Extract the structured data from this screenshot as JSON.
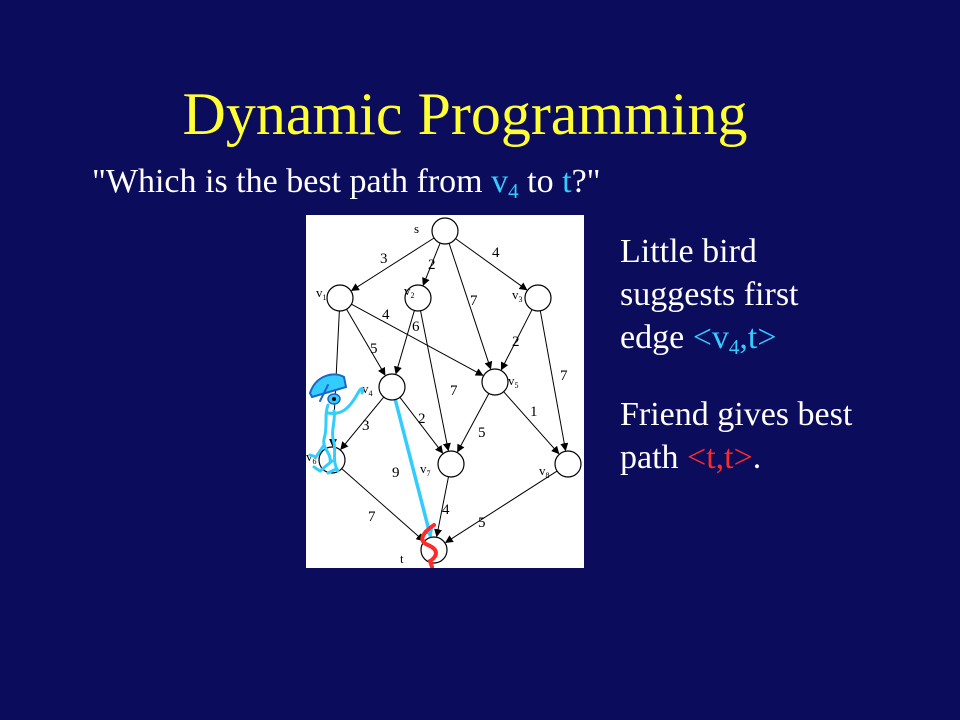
{
  "slide": {
    "title": "Dynamic Programming",
    "question": {
      "prefix": "\"Which is the best path from ",
      "node": "v",
      "node_sub": "4",
      "middle": " to ",
      "target": "t",
      "suffix": "?\""
    },
    "bird_hint": {
      "line1": "Little bird",
      "line2": "suggests first",
      "line3_prefix": "edge ",
      "edge_open": "<v",
      "edge_sub": "4",
      "edge_close": ",t>"
    },
    "friend_hint": {
      "line1": "Friend gives best",
      "line2_prefix": "path ",
      "path": "<t,t>",
      "period": "."
    },
    "colors": {
      "background": "#0c0c5c",
      "title": "#ffff33",
      "highlight_cyan": "#33ccff",
      "highlight_red": "#ff2a2a"
    }
  },
  "graph": {
    "nodes": [
      {
        "id": "s",
        "label": "s",
        "sub": ""
      },
      {
        "id": "v1",
        "label": "v",
        "sub": "1"
      },
      {
        "id": "v2",
        "label": "v",
        "sub": "2"
      },
      {
        "id": "v3",
        "label": "v",
        "sub": "3"
      },
      {
        "id": "v4",
        "label": "v",
        "sub": "4"
      },
      {
        "id": "v5",
        "label": "v",
        "sub": "5"
      },
      {
        "id": "v6",
        "label": "v",
        "sub": "6"
      },
      {
        "id": "v7",
        "label": "v",
        "sub": "7"
      },
      {
        "id": "v8",
        "label": "v",
        "sub": "8"
      },
      {
        "id": "t",
        "label": "t",
        "sub": ""
      }
    ],
    "edges": [
      {
        "from": "s",
        "to": "v1",
        "weight": "3"
      },
      {
        "from": "s",
        "to": "v2",
        "weight": "2"
      },
      {
        "from": "s",
        "to": "v3",
        "weight": "4"
      },
      {
        "from": "s",
        "to": "v5",
        "weight": "7"
      },
      {
        "from": "v1",
        "to": "v4",
        "weight": "5"
      },
      {
        "from": "v1",
        "to": "v5",
        "weight": "4"
      },
      {
        "from": "v1",
        "to": "v6",
        "weight": ""
      },
      {
        "from": "v2",
        "to": "v4",
        "weight": "6"
      },
      {
        "from": "v2",
        "to": "v7",
        "weight": "7"
      },
      {
        "from": "v3",
        "to": "v5",
        "weight": "2"
      },
      {
        "from": "v3",
        "to": "v8",
        "weight": "7"
      },
      {
        "from": "v4",
        "to": "v6",
        "weight": "3"
      },
      {
        "from": "v4",
        "to": "v7",
        "weight": "2"
      },
      {
        "from": "v4",
        "to": "t",
        "weight": "9"
      },
      {
        "from": "v5",
        "to": "v7",
        "weight": "5"
      },
      {
        "from": "v5",
        "to": "v8",
        "weight": "1"
      },
      {
        "from": "v6",
        "to": "t",
        "weight": "7"
      },
      {
        "from": "v7",
        "to": "t",
        "weight": "4"
      },
      {
        "from": "v8",
        "to": "t",
        "weight": "5"
      }
    ],
    "extra_weight_label": "3",
    "highlighted_edge": {
      "from": "v4",
      "to": "t",
      "color": "#33ccff"
    },
    "friend_squiggle_color": "#ff2a2a",
    "bird_color": "#33ccff"
  }
}
